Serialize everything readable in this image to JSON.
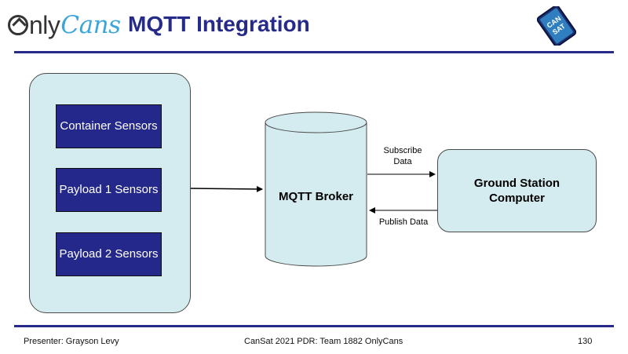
{
  "header": {
    "logo_only": "nly",
    "logo_cans": "Cans",
    "title": "MQTT Integration",
    "badge_text": "CANSAT"
  },
  "diagram": {
    "sensors": [
      "Container Sensors",
      "Payload 1 Sensors",
      "Payload 2 Sensors"
    ],
    "broker_label": "MQTT Broker",
    "ground_station_label": "Ground Station Computer",
    "subscribe_label": "Subscribe Data",
    "publish_label": "Publish Data"
  },
  "footer": {
    "presenter": "Presenter: Grayson Levy",
    "event": "CanSat 2021 PDR: Team 1882 OnlyCans",
    "page_number": "130"
  },
  "colors": {
    "navy": "#262a88",
    "box_fill": "#d4ecef",
    "logo_blue": "#3aa6d9"
  }
}
